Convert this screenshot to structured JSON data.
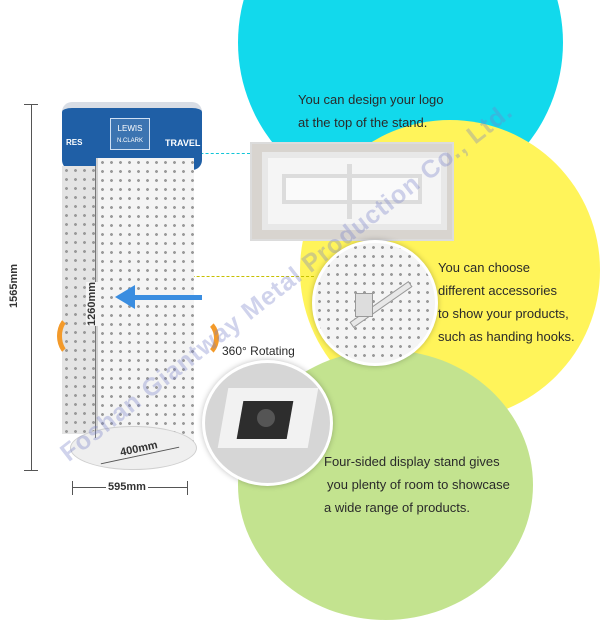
{
  "captions": {
    "logo_line1": "You can design your logo",
    "logo_line2": "at the top of the stand.",
    "accessories_line1": "You can choose",
    "accessories_line2": "different accessories",
    "accessories_line3": "to show your products,",
    "accessories_line4": "such as handing hooks.",
    "four_sided_line1": "Four-sided display stand gives",
    "four_sided_line2": "you plenty of room to showcase",
    "four_sided_line3": "a wide range of products."
  },
  "stand": {
    "brand_line1": "LEWIS",
    "brand_line2": "N.CLARK",
    "header_text_left": "RES",
    "header_text_right": "TRAVEL",
    "rotation_label": "360° Rotating"
  },
  "dimensions": {
    "height_total": "1565mm",
    "height_panel": "1260mm",
    "base_inner": "400mm",
    "base_width": "595mm"
  },
  "watermark": "Foshan Giantway Metal Production Co., Ltd.",
  "colors": {
    "cyan": "#12d9ec",
    "yellow": "#fff45a",
    "green": "#bfe08c",
    "header_blue": "#1f5fa6",
    "arrow_blue": "#3a8de0",
    "arrow_orange": "#f39a2a"
  }
}
